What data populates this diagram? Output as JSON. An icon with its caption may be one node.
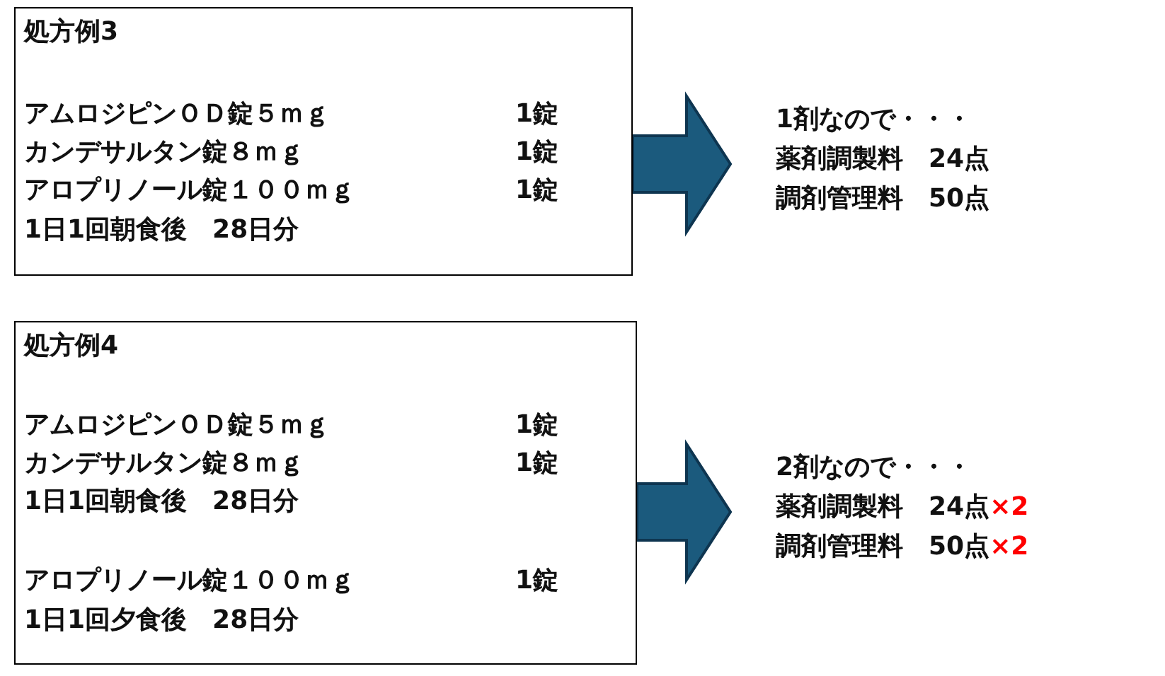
{
  "diagram": {
    "nodes": [
      {
        "text": [
          "処方例3",
          "アムロジピンＯＤ錠５ｍｇ",
          "1錠",
          "カンデサルタン錠８ｍｇ",
          "1錠",
          "アロプリノール錠１００ｍｇ",
          "1錠",
          "1日1回朝食後　28日分"
        ]
      },
      {
        "text": [
          "1剤なので・・・",
          "薬剤調製料　24点",
          "調剤管理料　50点"
        ]
      },
      {
        "text": [
          "処方例4",
          "アムロジピンＯＤ錠５ｍｇ",
          "1錠",
          "カンデサルタン錠８ｍｇ",
          "1錠",
          "1日1回朝食後　28日分",
          "アロプリノール錠１００ｍｇ",
          "1錠",
          "1日1回夕食後　28日分"
        ]
      },
      {
        "text": [
          "2剤なので・・・",
          "薬剤調製料　24点×2",
          "調剤管理料　50点×2"
        ]
      }
    ],
    "edges": [
      {
        "from": 0,
        "to": 1,
        "arrow": "to"
      },
      {
        "from": 2,
        "to": 3,
        "arrow": "to"
      }
    ]
  }
}
